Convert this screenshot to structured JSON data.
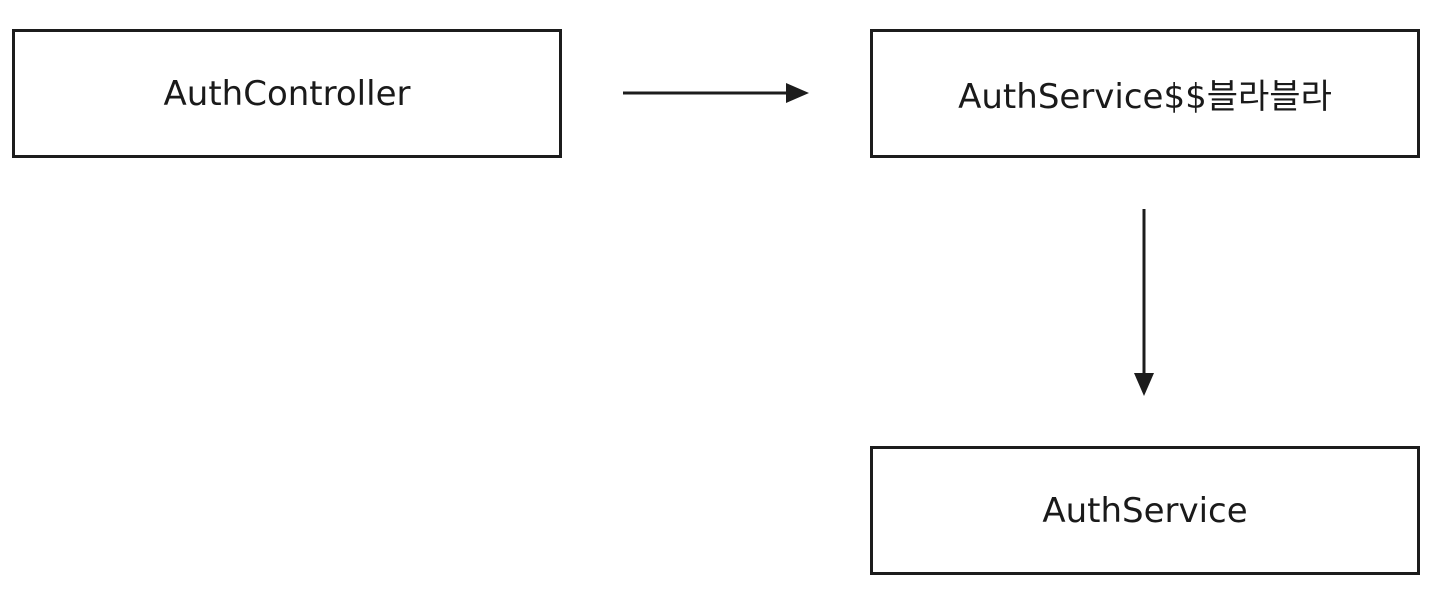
{
  "diagram": {
    "nodes": {
      "controller": {
        "label": "AuthController"
      },
      "proxy": {
        "label": "AuthService$$블라블라"
      },
      "service": {
        "label": "AuthService"
      }
    },
    "edges": [
      {
        "from": "AuthController",
        "to": "AuthService$$블라블라"
      },
      {
        "from": "AuthService$$블라블라",
        "to": "AuthService"
      }
    ],
    "colors": {
      "stroke": "#1c1c1c",
      "background": "#ffffff",
      "text": "#1a1a1a"
    }
  }
}
